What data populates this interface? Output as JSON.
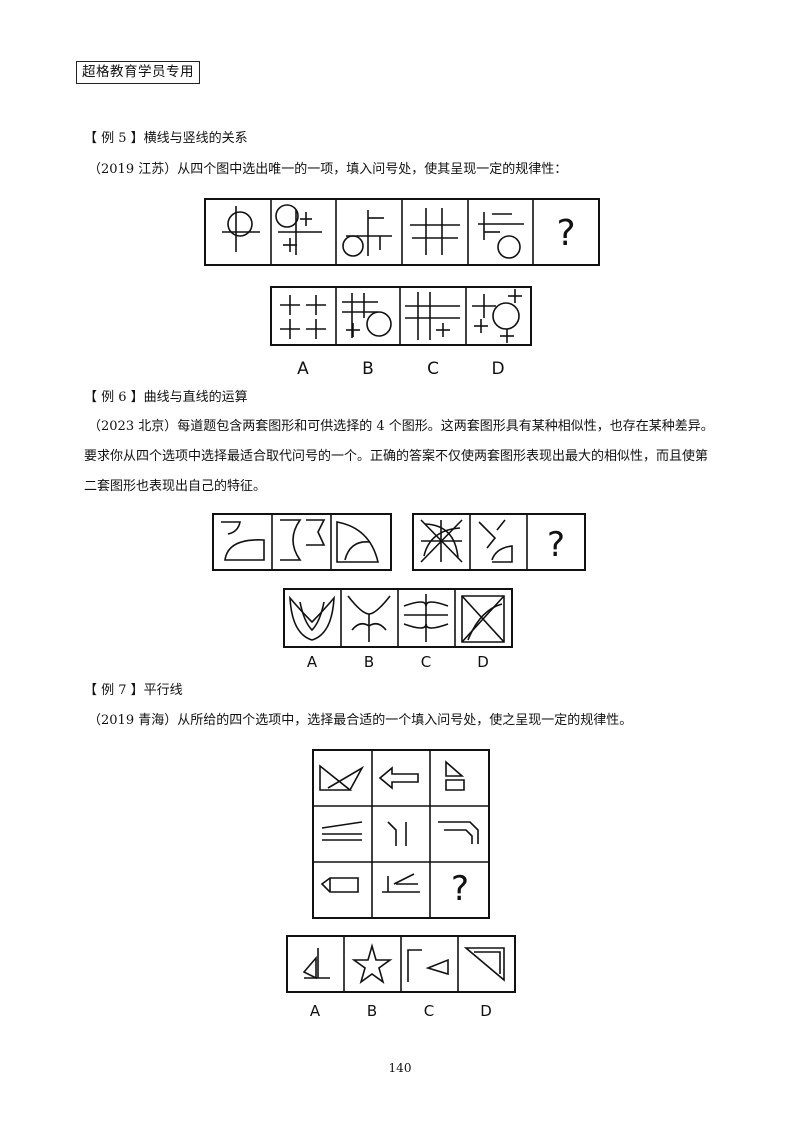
{
  "header": {
    "tag": "超格教育学员专用"
  },
  "example5": {
    "title": "【 例 5 】横线与竖线的关系",
    "question": "（2019 江苏）从四个图中选出唯一的一项，填入问号处，使其呈现一定的规律性：",
    "question_mark": "?",
    "options": [
      "A",
      "B",
      "C",
      "D"
    ]
  },
  "example6": {
    "title": "【 例 6 】曲线与直线的运算",
    "question_line1": "（2023 北京）每道题包含两套图形和可供选择的 4 个图形。这两套图形具有某种相似性，也存在某种差异。",
    "question_line2": "要求你从四个选项中选择最适合取代问号的一个。正确的答案不仅使两套图形表现出最大的相似性，而且使第",
    "question_line3": "二套图形也表现出自己的特征。",
    "question_mark": "?",
    "options": [
      "A",
      "B",
      "C",
      "D"
    ]
  },
  "example7": {
    "title": "【 例 7 】平行线",
    "question": "（2019 青海）从所给的四个选项中，选择最合适的一个填入问号处，使之呈现一定的规律性。",
    "question_mark": "?",
    "options": [
      "A",
      "B",
      "C",
      "D"
    ]
  },
  "page": {
    "number": "140"
  }
}
